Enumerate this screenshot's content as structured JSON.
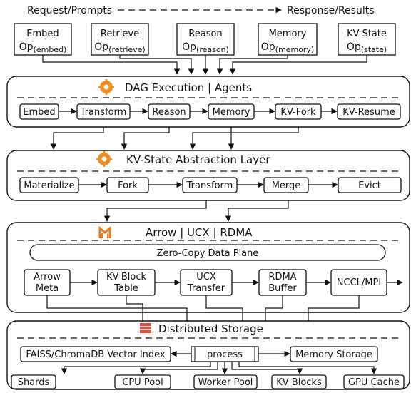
{
  "header": {
    "left": "Request/Prompts",
    "right": "Response/Results"
  },
  "ops": [
    {
      "name": "Embed",
      "op": "Op",
      "sub": "(embed)"
    },
    {
      "name": "Retrieve",
      "op": "Op",
      "sub": "(retrieve)"
    },
    {
      "name": "Reason",
      "op": "Op",
      "sub": "(reason)"
    },
    {
      "name": "Memory",
      "op": "Op",
      "sub": "(memory)"
    },
    {
      "name": "KV-State",
      "op": "Op",
      "sub": "(state)"
    }
  ],
  "layers": {
    "dag": {
      "title": "DAG Execution | Agents",
      "nodes": [
        "Embed",
        "Transform",
        "Reason",
        "Memory",
        "KV-Fork",
        "KV-Resume"
      ]
    },
    "kv": {
      "title": "KV-State Abstraction Layer",
      "nodes": [
        "Materialize",
        "Fork",
        "Transform",
        "Merge",
        "Evict"
      ]
    },
    "arrow": {
      "title": "Arrow | UCX | RDMA",
      "plane": "Zero-Copy Data Plane",
      "nodes": [
        {
          "l1": "Arrow",
          "l2": "Meta"
        },
        {
          "l1": "KV-Block",
          "l2": "Table"
        },
        {
          "l1": "UCX",
          "l2": "Transfer"
        },
        {
          "l1": "RDMA",
          "l2": "Buffer"
        },
        {
          "l1": "NCCL/MPI",
          "l2": ""
        }
      ]
    },
    "storage": {
      "title": "Distributed Storage",
      "vector_index": "FAISS/ChromaDB Vector Index",
      "process": "process",
      "memory_storage": "Memory Storage",
      "pools": [
        "Shards",
        "CPU Pool",
        "Worker Pool",
        "KV Blocks",
        "GPU Cache"
      ]
    }
  },
  "icon_names": [
    "agent-gear-icon",
    "kv-gear-icon",
    "arrow-logo-icon",
    "storage-icon"
  ]
}
